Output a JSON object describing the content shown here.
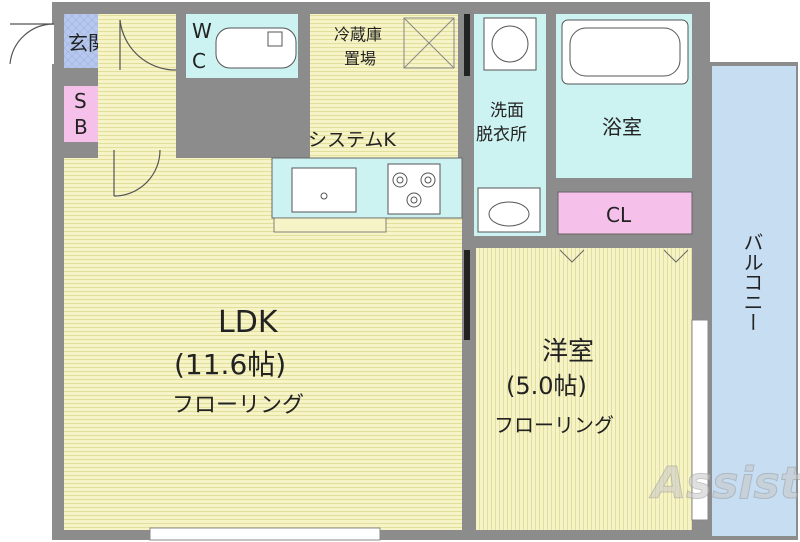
{
  "rooms": {
    "entrance": "玄関",
    "sb": [
      "S",
      "B"
    ],
    "wc": [
      "W",
      "C"
    ],
    "fridge": [
      "冷蔵庫",
      "置場"
    ],
    "washroom": [
      "洗面",
      "脱衣所"
    ],
    "bathroom": "浴室",
    "kitchen": "システムK",
    "closet": "CL",
    "ldk": {
      "name": "LDK",
      "size": "(11.6帖)",
      "floor": "フローリング"
    },
    "western": {
      "name": "洋室",
      "size": "(5.0帖)",
      "floor": "フローリング"
    },
    "balcony": "バルコニー"
  },
  "watermark": "Assist",
  "colors": {
    "wall": "#8c8c8c",
    "flooring": "#f6f4c6",
    "wet_area": "#cdf2f2",
    "closet": "#f5c0ea",
    "balcony": "#c6ddf2",
    "tile": "#b7c8ee"
  }
}
